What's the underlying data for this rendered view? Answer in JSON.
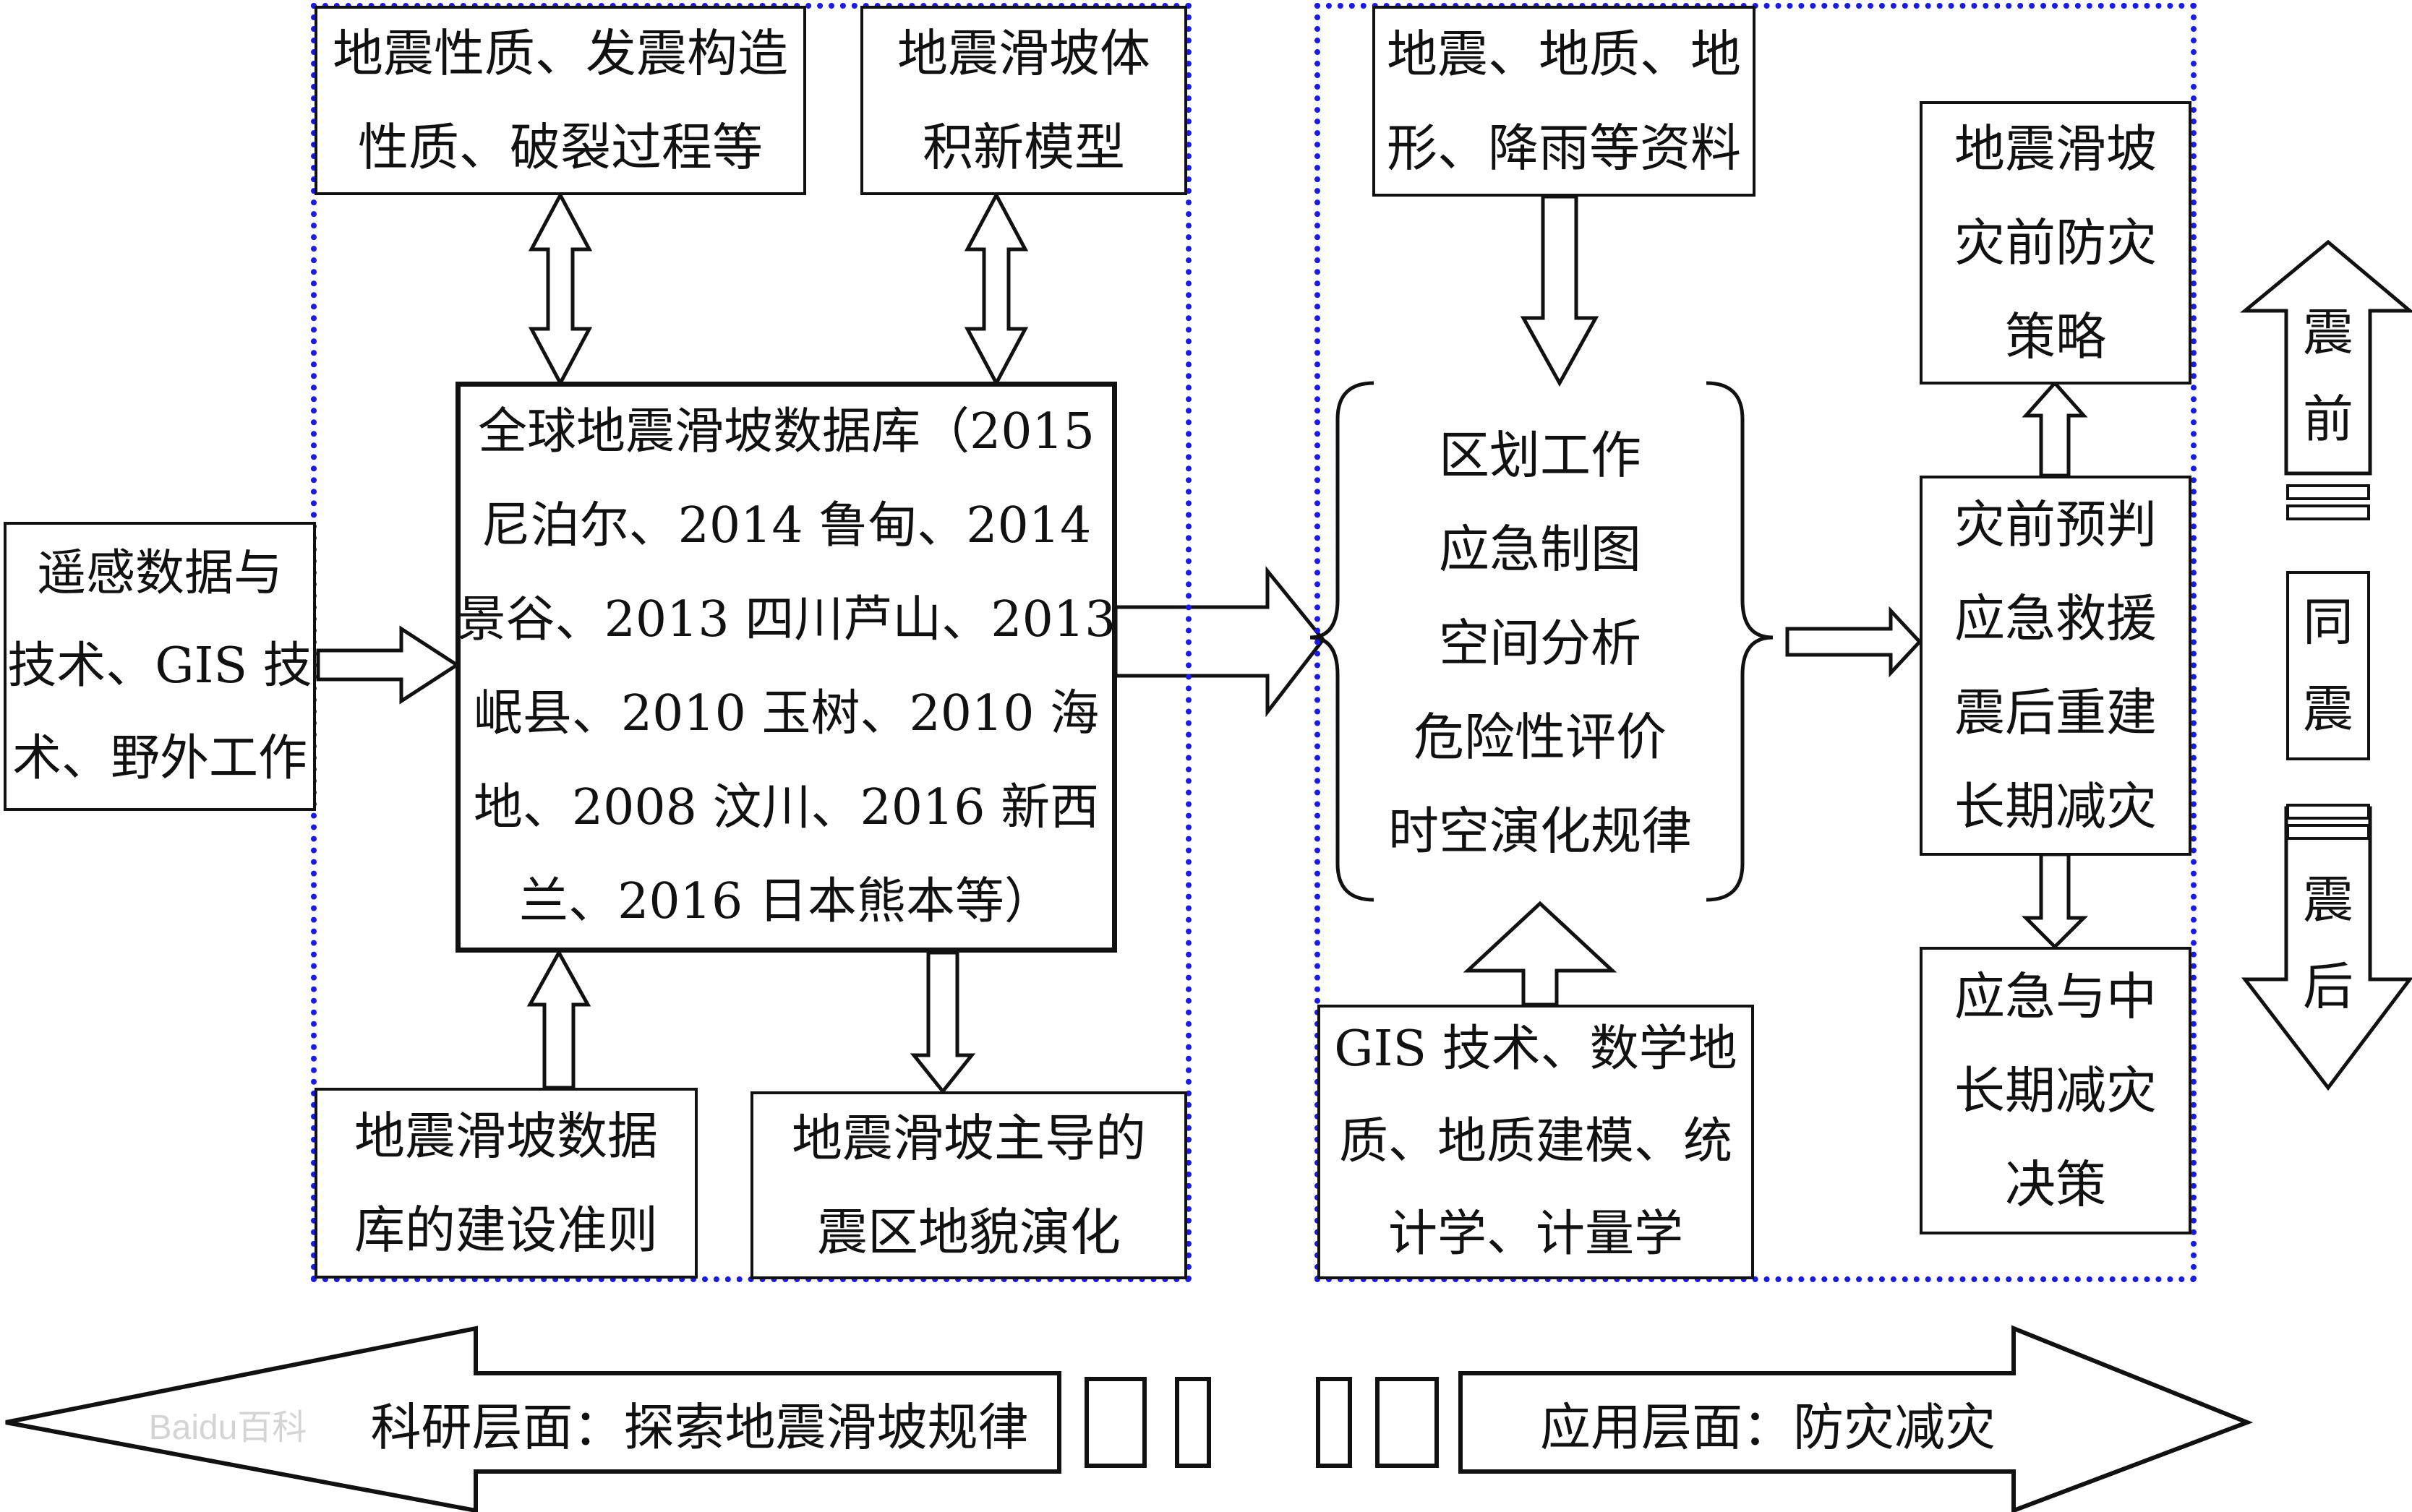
{
  "research": {
    "nature_box": [
      "地震性质、发震构造",
      "性质、破裂过程等"
    ],
    "volume_box": [
      "地震滑坡体",
      "积新模型"
    ],
    "remote_box": [
      "遥感数据与",
      "技术、GIS 技",
      "术、野外工作"
    ],
    "database_box": [
      "全球地震滑坡数据库（2015",
      "尼泊尔、2014 鲁甸、2014",
      "景谷、2013 四川芦山、2013",
      "岷县、2010 玉树、2010 海",
      "地、2008 汶川、2016 新西",
      "兰、2016 日本熊本等）"
    ],
    "criteria_box": [
      "地震滑坡数据",
      "库的建设准则"
    ],
    "evolution_box": [
      "地震滑坡主导的",
      "震区地貌演化"
    ]
  },
  "application": {
    "data_box": [
      "地震、地质、地",
      "形、降雨等资料"
    ],
    "methods_box": [
      "GIS 技术、数学地",
      "质、地质建模、统",
      "计学、计量学"
    ],
    "work_items": [
      "区划工作",
      "应急制图",
      "空间分析",
      "危险性评价",
      "时空演化规律"
    ],
    "strategy_box": [
      "地震滑坡",
      "灾前防灾",
      "策略"
    ],
    "forecast_box": [
      "灾前预判",
      "应急救援",
      "震后重建",
      "长期减灾"
    ],
    "decision_box": [
      "应急与中",
      "长期减灾",
      "决策"
    ]
  },
  "timeline": {
    "before": [
      "震",
      "前"
    ],
    "same": [
      "同",
      "震"
    ],
    "after": [
      "震",
      "后"
    ]
  },
  "bottom": {
    "research_label": "科研层面：探索地震滑坡规律",
    "application_label": "应用层面：防灾减灾"
  },
  "watermark": "Baidu百科",
  "colors": {
    "region_border": "#1a1ae6",
    "stroke": "#111111"
  }
}
